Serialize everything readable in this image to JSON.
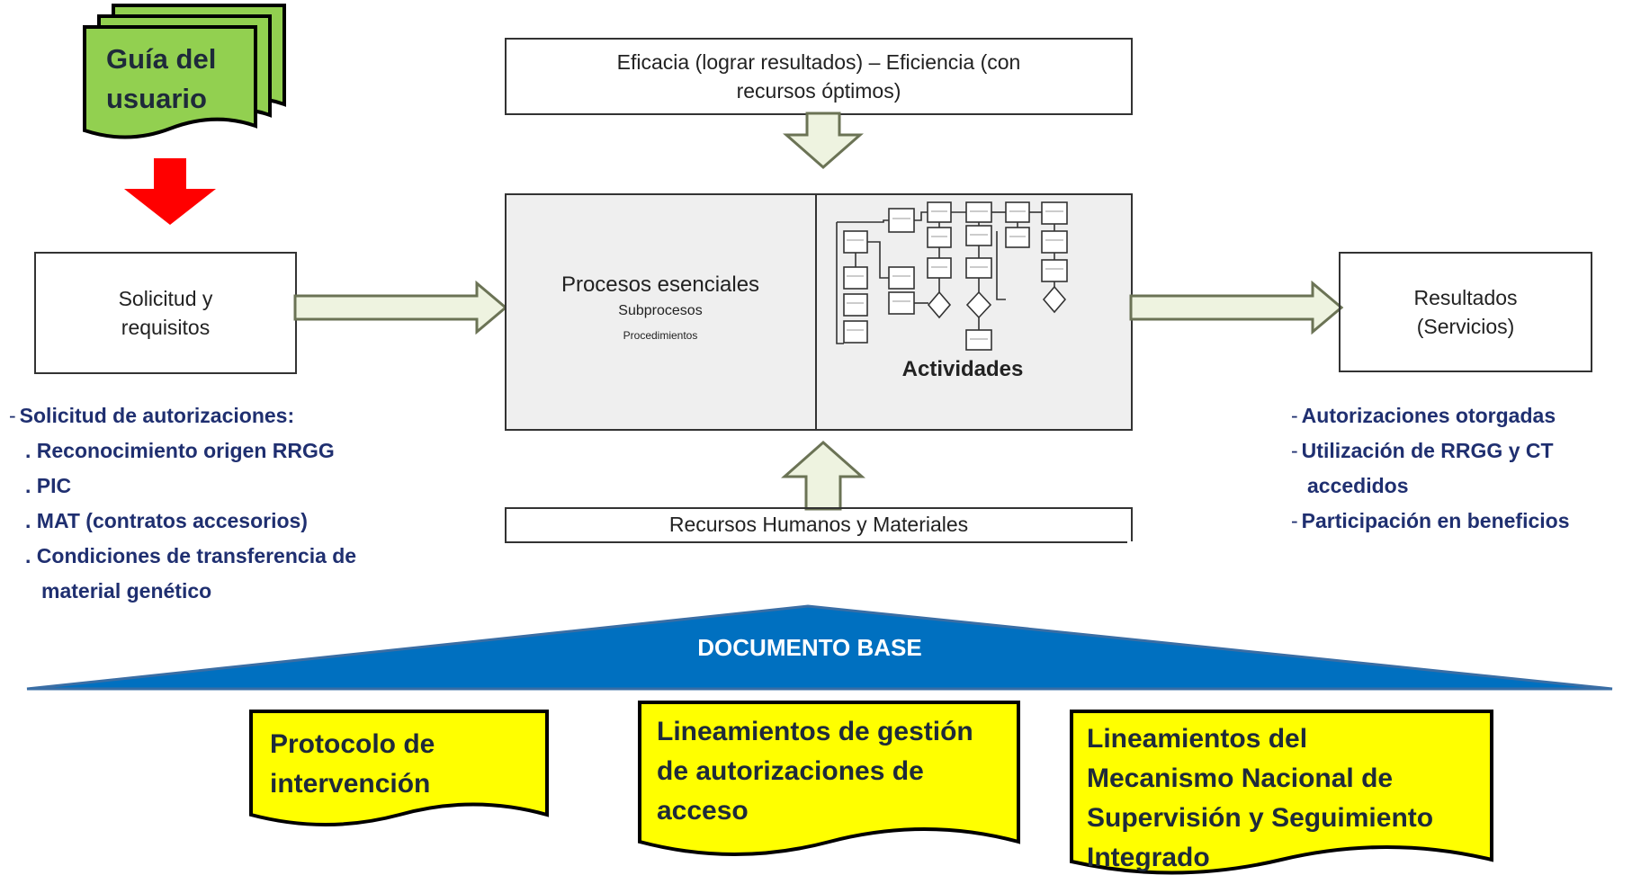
{
  "guide": {
    "title": "Guía del usuario",
    "line1": "Guía del",
    "line2": "usuario"
  },
  "top_box": {
    "line1": "Eficacia (lograr resultados) – Eficiencia (con",
    "line2": "recursos óptimos)"
  },
  "request_box": {
    "line1": "Solicitud y",
    "line2": "requisitos"
  },
  "process_box": {
    "title": "Procesos esenciales",
    "sub1": "Subprocesos",
    "sub2": "Procedimientos",
    "activities": "Actividades"
  },
  "results_box": {
    "line1": "Resultados",
    "line2": "(Servicios)"
  },
  "resources_box": {
    "label": "Recursos Humanos y Materiales"
  },
  "left_list": {
    "header": "Solicitud de autorizaciones:",
    "items": [
      ". Reconocimiento origen RRGG",
      ". PIC",
      ". MAT (contratos accesorios)",
      ". Condiciones de transferencia de",
      "material genético"
    ]
  },
  "right_list": {
    "items": [
      "Autorizaciones otorgadas",
      "Utilización de RRGG y CT",
      "accedidos",
      "Participación en beneficios"
    ]
  },
  "base": {
    "label": "DOCUMENTO BASE"
  },
  "documents": [
    {
      "line1": "Protocolo de",
      "line2": "intervención"
    },
    {
      "line1": "Lineamientos de gestión",
      "line2": "de autorizaciones de",
      "line3": "acceso"
    },
    {
      "line1": "Lineamientos del",
      "line2": "Mecanismo Nacional de",
      "line3": "Supervisión y Seguimiento",
      "line4": "Integrado"
    }
  ],
  "colors": {
    "guide_fill": "#92d050",
    "red_arrow": "#ff0000",
    "hollow_arrow_fill": "#eef3e0",
    "hollow_arrow_stroke": "#6b7355",
    "base_fill": "#0070c0",
    "doc_fill": "#ffff00",
    "list_text": "#1f2f70"
  }
}
